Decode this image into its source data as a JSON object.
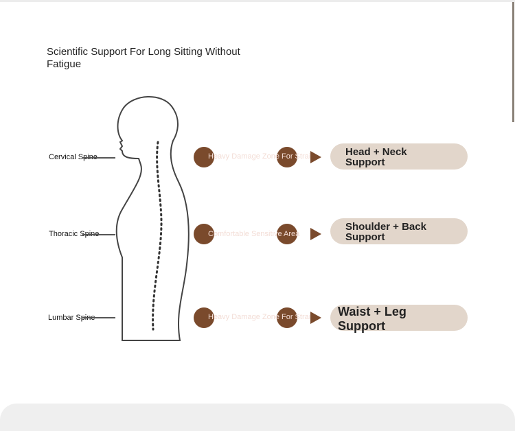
{
  "title": "Scientific Support For Long Sitting Without Fatigue",
  "rows": [
    {
      "spine": "Cervical Spine",
      "zone": "Heavy Damage Zone For Strain",
      "support": "Head + Neck Support"
    },
    {
      "spine": "Thoracic Spine",
      "zone": "Comfortable Sensitive Area",
      "support": "Shoulder + Back Support"
    },
    {
      "spine": "Lumbar Spine",
      "zone": "Heavy Damage Zone For Strain",
      "support": "Waist + Leg Support"
    }
  ],
  "colors": {
    "accent": "#7a4a2c",
    "pill": "#e2d6cb"
  }
}
